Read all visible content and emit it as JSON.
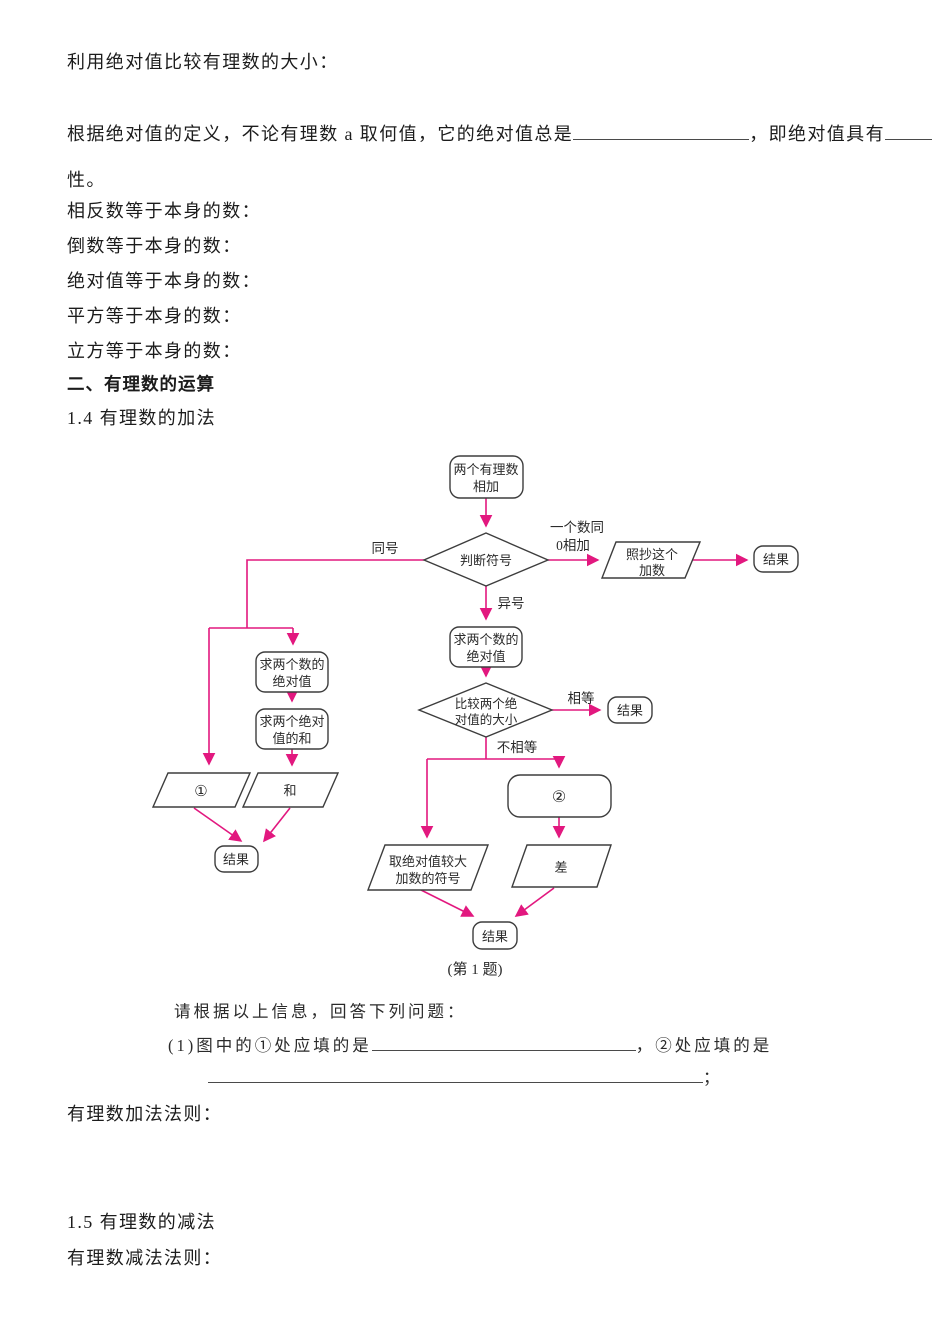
{
  "accent_color": "#e2187f",
  "shape_stroke_color": "#3d3d3d",
  "intro": {
    "line1": "利用绝对值比较有理数的大小：",
    "line2_pre": "根据绝对值的定义，不论有理数 a 取何值，它的绝对值总是",
    "line2_mid": "，即绝对值具有",
    "line3": "性。",
    "fill_lines": [
      "相反数等于本身的数：",
      "倒数等于本身的数：",
      "绝对值等于本身的数：",
      "平方等于本身的数：",
      "立方等于本身的数："
    ],
    "section_heading": "二、有理数的运算",
    "sub_heading": "1.4 有理数的加法"
  },
  "flowchart": {
    "start_line1": "两个有理数",
    "start_line2": "相加",
    "decision1": "判断符号",
    "label_same_sign": "同号",
    "label_zero_line1": "一个数同",
    "label_zero_line2": "0相加",
    "label_diff_sign": "异号",
    "copy_line1": "照抄这个",
    "copy_line2": "加数",
    "result": "结果",
    "left_abs_line1": "求两个数的",
    "left_abs_line2": "绝对值",
    "left_sum_line1": "求两个绝对",
    "left_sum_line2": "值的和",
    "blank1": "①",
    "sum": "和",
    "mid_abs_line1": "求两个数的",
    "mid_abs_line2": "绝对值",
    "decision2_line1": "比较两个绝",
    "decision2_line2": "对值的大小",
    "label_equal": "相等",
    "label_not_equal": "不相等",
    "blank2": "②",
    "sign_line1": "取绝对值较大",
    "sign_line2": "加数的符号",
    "diff": "差",
    "caption": "(第 1 题)"
  },
  "question": {
    "intro": "请根据以上信息，回答下列问题：",
    "q1_pre": "(1)图中的①处应填的是",
    "q1_mid": "，②处应填的是",
    "q1_end": "；",
    "addition_rule": "有理数加法法则：",
    "sub_heading": "1.5 有理数的减法",
    "subtraction_rule": "有理数减法法则："
  }
}
